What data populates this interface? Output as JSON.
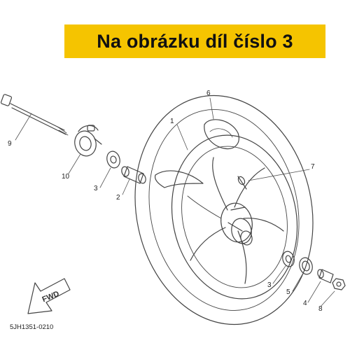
{
  "banner": {
    "text": "Na obrázku díl číslo 3",
    "color": "#f5c400"
  },
  "callouts": {
    "c1": "1",
    "c2": "2",
    "c3a": "3",
    "c3b": "3",
    "c4": "4",
    "c5": "5",
    "c6": "6",
    "c7": "7",
    "c8": "8",
    "c9": "9",
    "c10": "10"
  },
  "fwd_label": "FWD",
  "drawing_code": "5JH1351-0210"
}
